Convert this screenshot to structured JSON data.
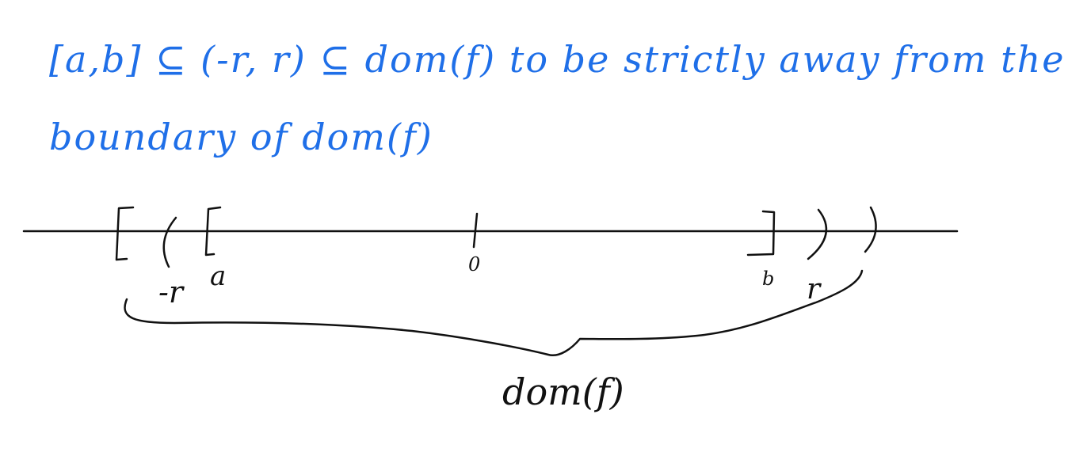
{
  "notes": {
    "line_1": "[a,b] ⊆ (-r, r) ⊆ dom(f)   to   be   strictly  away  from  the",
    "line_2": "boundary   of   dom(f)"
  },
  "number_line": {
    "labels": {
      "neg_r": "-r",
      "a": "a",
      "zero": "0",
      "b": "b",
      "r": "r"
    },
    "brace_label": "dom(f)"
  },
  "colors": {
    "note_ink": "#1f6fe8",
    "diagram_ink": "#111111"
  }
}
